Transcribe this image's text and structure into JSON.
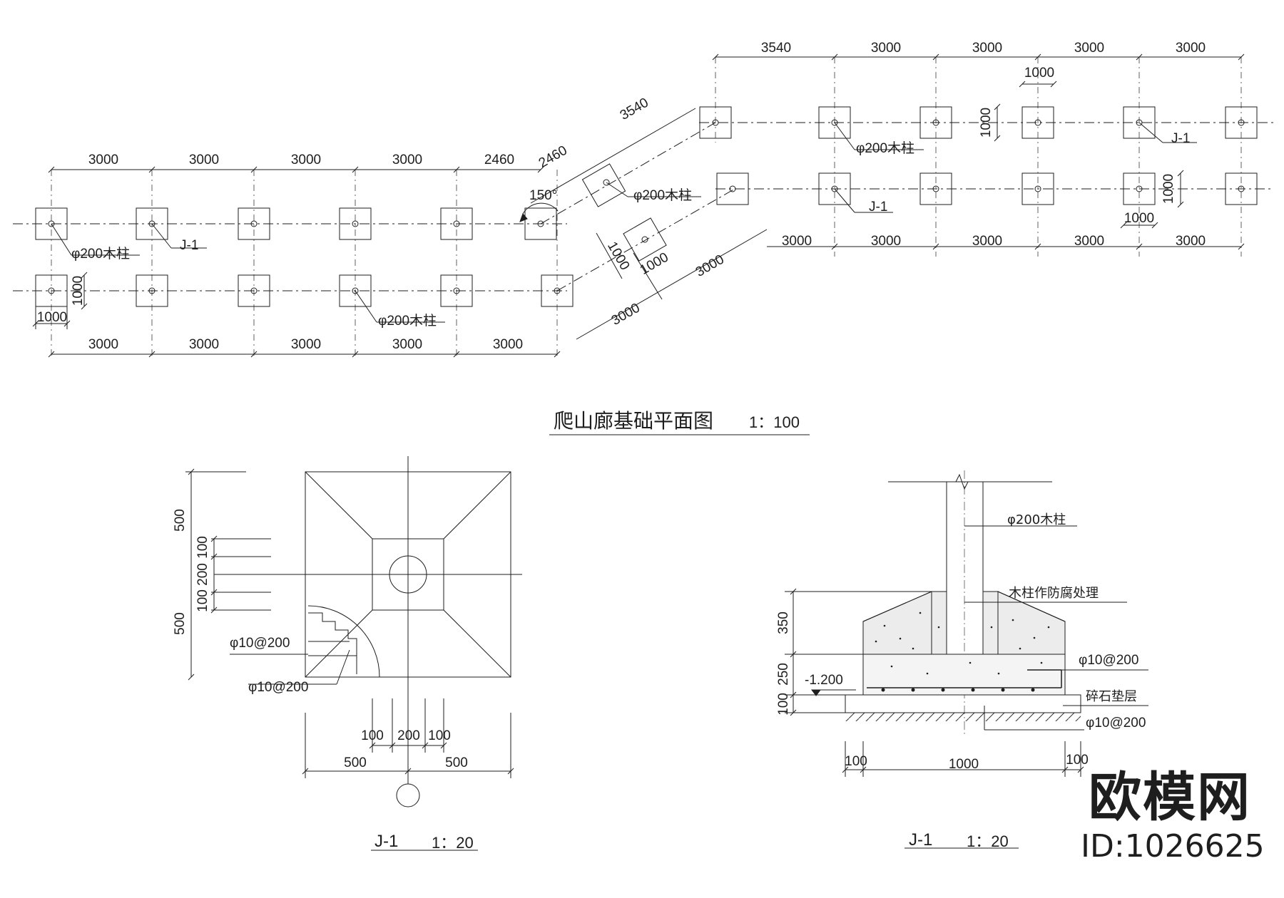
{
  "plan": {
    "title": "爬山廊基础平面图",
    "scale": "1：100",
    "dims": {
      "d3000": "3000",
      "d2460": "2460",
      "d3540": "3540",
      "d1000": "1000"
    },
    "angle": "150°",
    "labels": {
      "column": "φ200木柱",
      "footing": "J-1"
    }
  },
  "footing_plan": {
    "title": "J-1",
    "scale": "1：20",
    "dims": {
      "d500": "500",
      "d100": "100",
      "d200": "200"
    },
    "rebar_1": "φ10@200",
    "rebar_2": "φ10@200"
  },
  "footing_section": {
    "title": "J-1",
    "scale": "1：20",
    "column": "φ200木柱",
    "treatment": "木柱作防腐处理",
    "rebar_top": "φ10@200",
    "gravel": "碎石垫层",
    "rebar_bottom": "φ10@200",
    "elevation": "-1.200",
    "dims": {
      "d350": "350",
      "d250": "250",
      "d100": "100",
      "d1000": "1000"
    }
  },
  "brand": {
    "name": "欧模网",
    "id": "ID:1026625"
  },
  "colors": {
    "line": "#1e1e1e",
    "background": "#ffffff"
  }
}
